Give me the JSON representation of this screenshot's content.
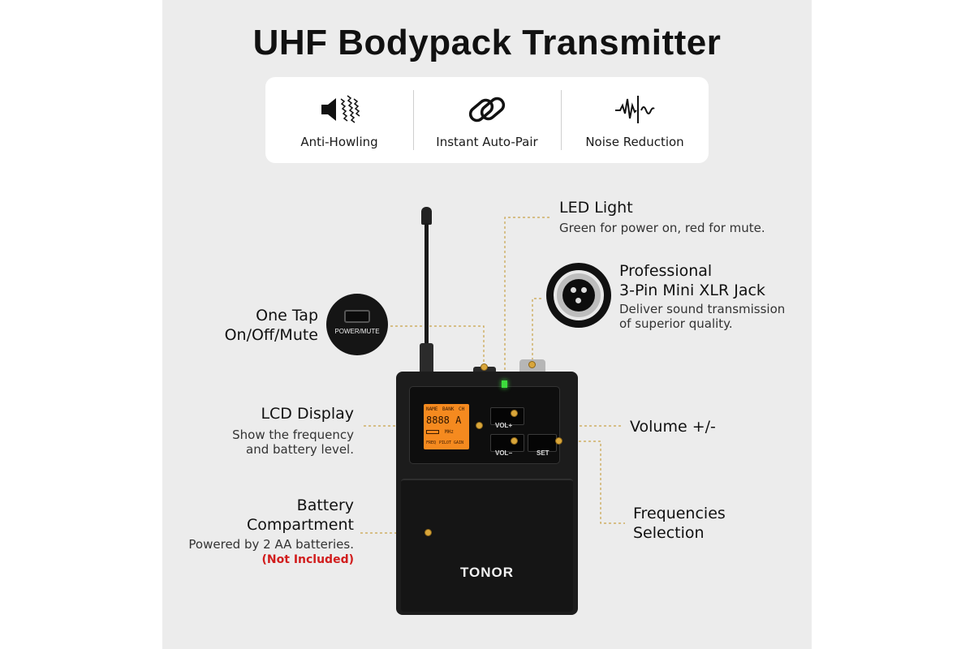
{
  "title": "UHF Bodypack Transmitter",
  "features": [
    {
      "label": "Anti-Howling",
      "icon": "speaker-howl-icon"
    },
    {
      "label": "Instant Auto-Pair",
      "icon": "link-icon"
    },
    {
      "label": "Noise Reduction",
      "icon": "waveform-icon"
    }
  ],
  "callouts": {
    "led": {
      "title": "LED Light",
      "desc": "Green for power on, red for mute."
    },
    "xlr": {
      "title_line1": "Professional",
      "title_line2": "3-Pin Mini XLR  Jack",
      "desc_line1": "Deliver sound transmission",
      "desc_line2": "of superior quality."
    },
    "power": {
      "title_line1": "One Tap",
      "title_line2": "On/Off/Mute",
      "button_label": "POWER/MUTE"
    },
    "lcd": {
      "title": "LCD Display",
      "desc_line1": "Show the frequency",
      "desc_line2": "and battery level."
    },
    "volume": {
      "title": "Volume +/-"
    },
    "battery": {
      "title_line1": "Battery",
      "title_line2": "Compartment",
      "desc": "Powered by 2 AA batteries.",
      "note": "(Not Included)"
    },
    "freq": {
      "title_line1": "Frequencies",
      "title_line2": "Selection"
    }
  },
  "device": {
    "brand": "TONOR",
    "vol_plus": "VOL+",
    "vol_minus": "VOL−",
    "set": "SET",
    "lcd_digits": "8888 A",
    "lcd_tags": [
      "NAME",
      "BANK",
      "CH"
    ],
    "lcd_mhz": "MHz",
    "lcd_bottom": [
      "FREQ",
      "PILOT",
      "GAIN"
    ]
  },
  "colors": {
    "accent_dot": "#d9a63a",
    "led_green": "#3ddc3d",
    "lcd_orange": "#f58a1f",
    "note_red": "#d11d1d",
    "leader_line": "#c9a24a"
  }
}
